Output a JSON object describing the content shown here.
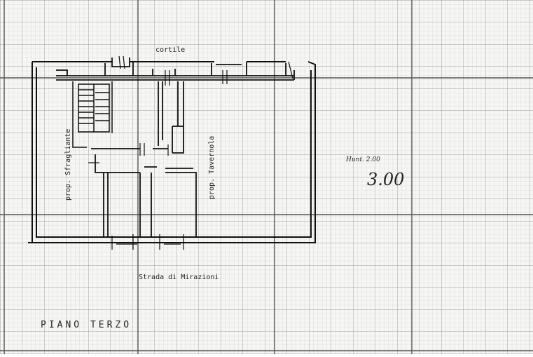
{
  "drawing": {
    "top_label": "cortile",
    "left_label": "prop. Sfragliante",
    "right_label": "prop. Tavernola",
    "bottom_label": "Strada di Mirazioni",
    "scale_caption": "Hunt. 2.00",
    "height_value": "3.00",
    "floor_title": "PIANO TERZO"
  }
}
